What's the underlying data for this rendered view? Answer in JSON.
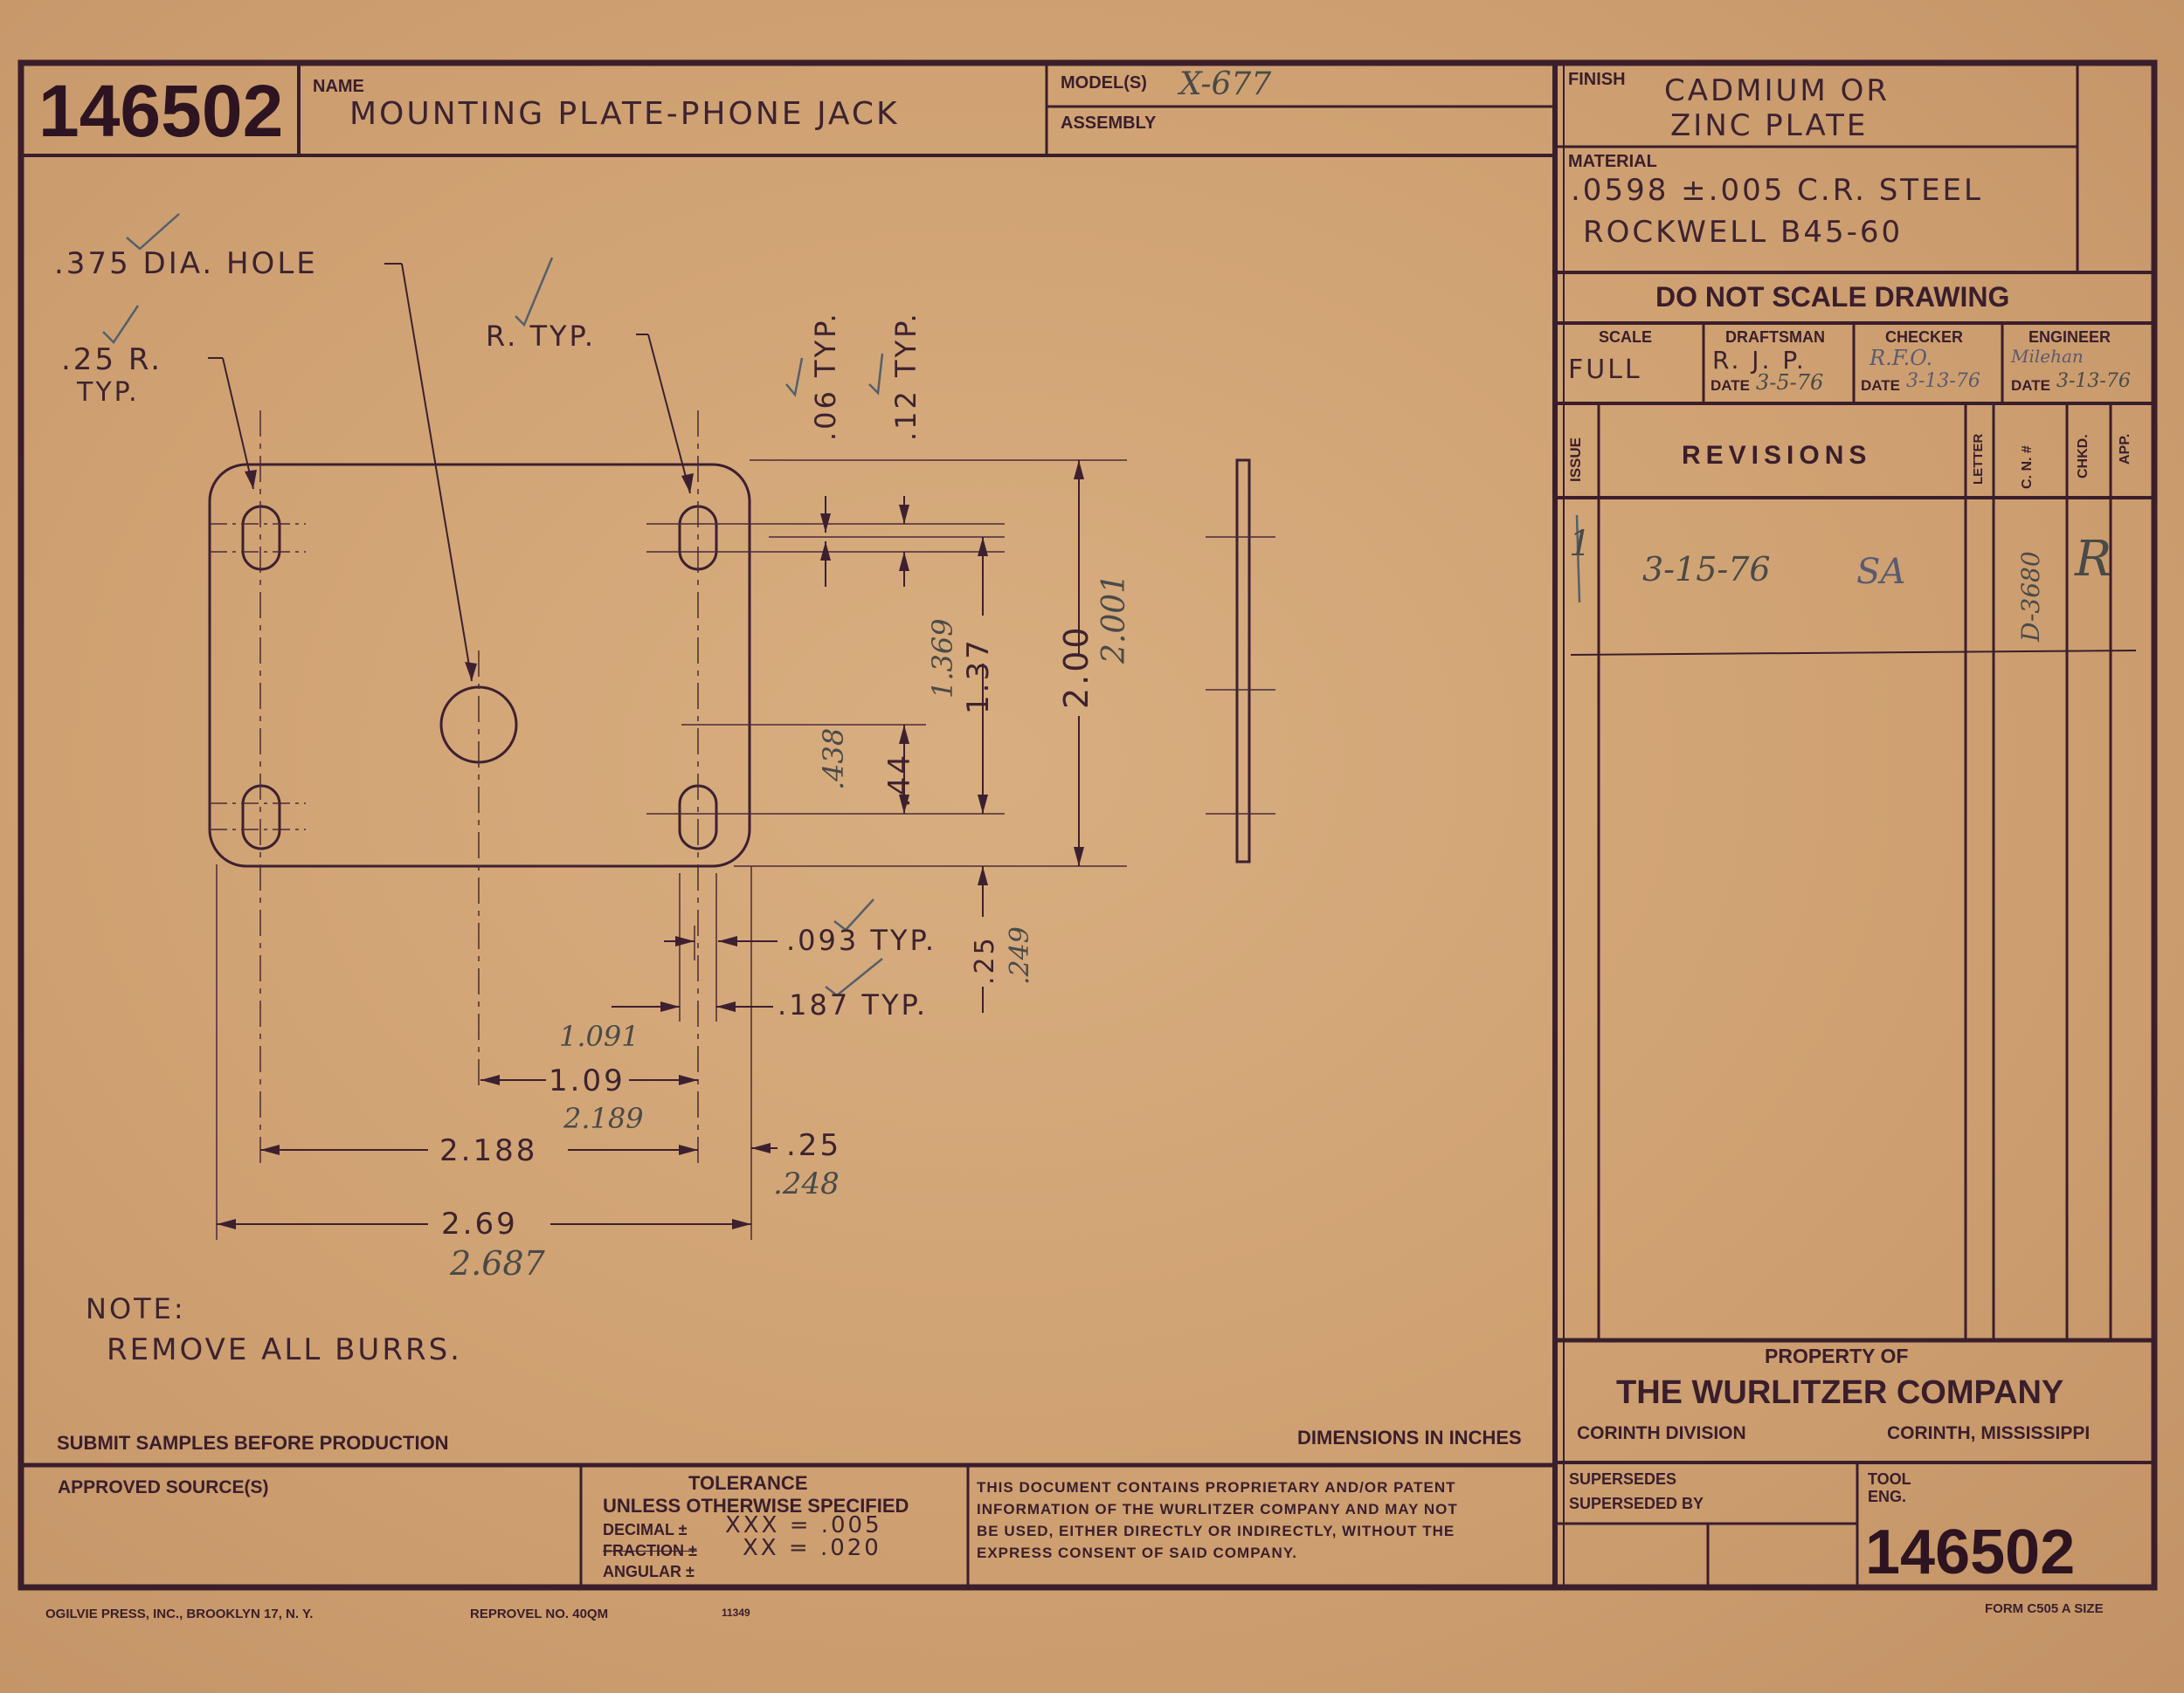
{
  "title_block": {
    "part_number": "146502",
    "name_label": "NAME",
    "name": "MOUNTING PLATE-PHONE JACK",
    "models_label": "MODEL(S)",
    "models": "X-677",
    "assembly_label": "ASSEMBLY",
    "finish_label": "FINISH",
    "finish_line1": "CADMIUM OR",
    "finish_line2": "ZINC PLATE",
    "material_label": "MATERIAL",
    "material_line1": ".0598 ±.005 C.R. STEEL",
    "material_line2": "ROCKWELL B45-60",
    "do_not_scale": "DO NOT SCALE DRAWING",
    "scale_label": "SCALE",
    "scale": "FULL",
    "draftsman_label": "DRAFTSMAN",
    "draftsman": "R. J. P.",
    "draftsman_date_label": "DATE",
    "draftsman_date": "3-5-76",
    "checker_label": "CHECKER",
    "checker": "R.F.O.",
    "checker_date_label": "DATE",
    "checker_date": "3-13-76",
    "engineer_label": "ENGINEER",
    "engineer": "Milehan",
    "engineer_date_label": "DATE",
    "engineer_date": "3-13-76",
    "issue_label": "ISSUE",
    "revisions_label": "REVISIONS",
    "letter_label": "LETTER",
    "cn_label": "C. N. #",
    "chkd_label": "CHKD.",
    "app_label": "APP.",
    "revision_issue": "1",
    "revision_date": "3-15-76",
    "revision_initials": "SA",
    "revision_cn": "D-3680",
    "revision_chkd": "R",
    "property_of": "PROPERTY OF",
    "company": "THE WURLITZER COMPANY",
    "division": "CORINTH DIVISION",
    "location": "CORINTH, MISSISSIPPI",
    "supersedes_label": "SUPERSEDES",
    "superseded_by_label": "SUPERSEDED BY",
    "tool_eng_label": "TOOL ENG.",
    "part_number_bottom": "146502"
  },
  "bottom_block": {
    "submit_samples": "SUBMIT SAMPLES BEFORE PRODUCTION",
    "dimensions_in_inches": "DIMENSIONS IN INCHES",
    "approved_sources_label": "APPROVED SOURCE(S)",
    "tolerance_title": "TOLERANCE",
    "tolerance_subtitle": "UNLESS OTHERWISE SPECIFIED",
    "decimal_label": "DECIMAL ±",
    "decimal_value": "XXX = .005",
    "fraction_label": "FRACTION ±",
    "fraction_value": "XX = .020",
    "angular_label": "ANGULAR ±",
    "proprietary_line1": "THIS DOCUMENT CONTAINS PROPRIETARY AND/OR PATENT",
    "proprietary_line2": "INFORMATION OF THE WURLITZER COMPANY AND MAY NOT",
    "proprietary_line3": "BE USED, EITHER DIRECTLY OR INDIRECTLY, WITHOUT THE",
    "proprietary_line4": "EXPRESS CONSENT OF SAID COMPANY."
  },
  "footer": {
    "printer": "OGILVIE PRESS, INC., BROOKLYN 17, N. Y.",
    "reprovel": "REPROVEL NO. 40QM",
    "code": "11349",
    "form": "FORM C505 A SIZE"
  },
  "drawing": {
    "hole_label": ".375 DIA. HOLE",
    "radius_label_1": ".25 R.",
    "radius_label_2": "TYP.",
    "r_typ": "R. TYP.",
    "dim_06": ".06 TYP.",
    "dim_12": ".12 TYP.",
    "dim_137": "1.37",
    "dim_137_pencil": "1.369",
    "dim_200": "2.00",
    "dim_200_pencil": "2.001",
    "dim_44": ".44",
    "dim_44_pencil": ".438",
    "dim_093": ".093 TYP.",
    "dim_187": ".187 TYP.",
    "dim_25_v": ".25",
    "dim_25_v_pencil": ".249",
    "dim_109": "1.09",
    "dim_109_pencil": "1.091",
    "dim_2188": "2.188",
    "dim_2188_pencil": "2.189",
    "dim_25_h": ".25",
    "dim_25_h_pencil": ".248",
    "dim_269": "2.69",
    "dim_269_pencil": "2.687",
    "note_title": "NOTE:",
    "note_text": "REMOVE ALL BURRS."
  }
}
